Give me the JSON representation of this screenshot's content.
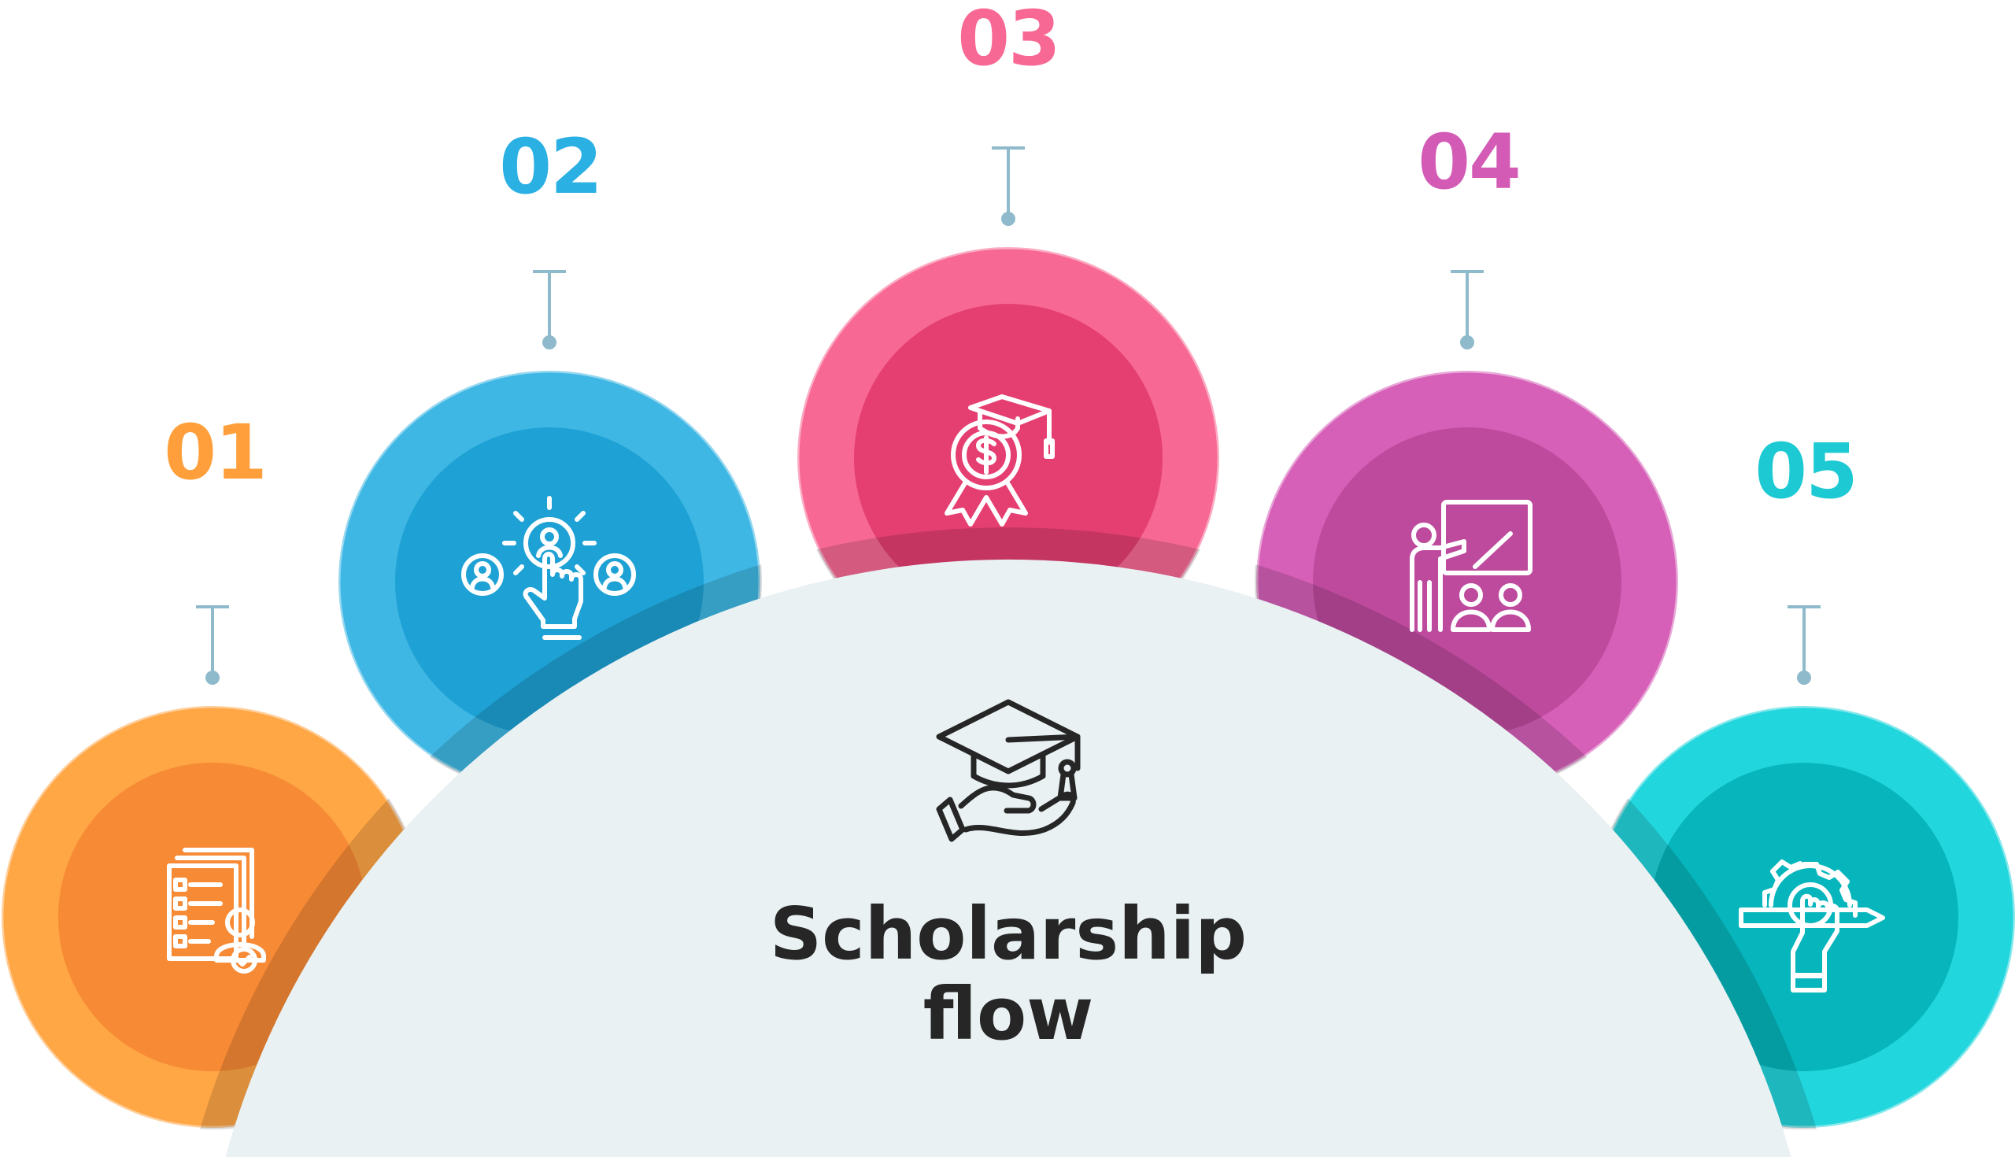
{
  "title": {
    "line1": "Scholarship",
    "line2": "flow"
  },
  "steps": [
    {
      "number": "01",
      "icon": "application-form-checklist-icon",
      "color_outer": "#FFA645",
      "color_inner": "#F78A35",
      "number_color": "#FF9F3B"
    },
    {
      "number": "02",
      "icon": "select-candidate-hand-icon",
      "color_outer": "#3FB7E4",
      "color_inner": "#1EA1D4",
      "number_color": "#2BB0E3"
    },
    {
      "number": "03",
      "icon": "scholarship-award-badge-icon",
      "color_outer": "#F76994",
      "color_inner": "#E53F71",
      "number_color": "#F76994"
    },
    {
      "number": "04",
      "icon": "teacher-presentation-icon",
      "color_outer": "#D660B8",
      "color_inner": "#BD4A9C",
      "number_color": "#D35BB5"
    },
    {
      "number": "05",
      "icon": "gear-hand-pencil-icon",
      "color_outer": "#22D6DD",
      "color_inner": "#06B6BC",
      "number_color": "#1DC9D2"
    }
  ],
  "center_icon": "graduation-cap-hand-icon",
  "colors": {
    "hub": "#E9F1F3",
    "connector": "#8FBACB",
    "text": "#262626"
  }
}
